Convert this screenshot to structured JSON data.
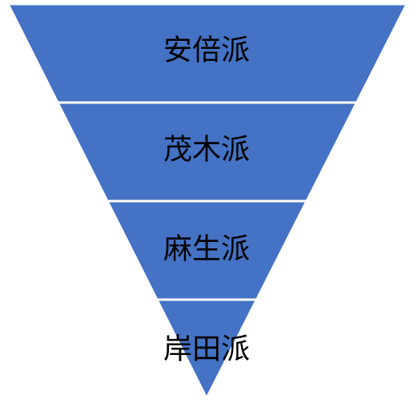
{
  "diagram": {
    "type": "inverted-pyramid",
    "fill_color": "#4472c4",
    "divider_color": "#ffffff",
    "text_color": "#000000",
    "segments": [
      {
        "label": "安倍派"
      },
      {
        "label": "茂木派"
      },
      {
        "label": "麻生派"
      },
      {
        "label": "岸田派"
      }
    ]
  }
}
